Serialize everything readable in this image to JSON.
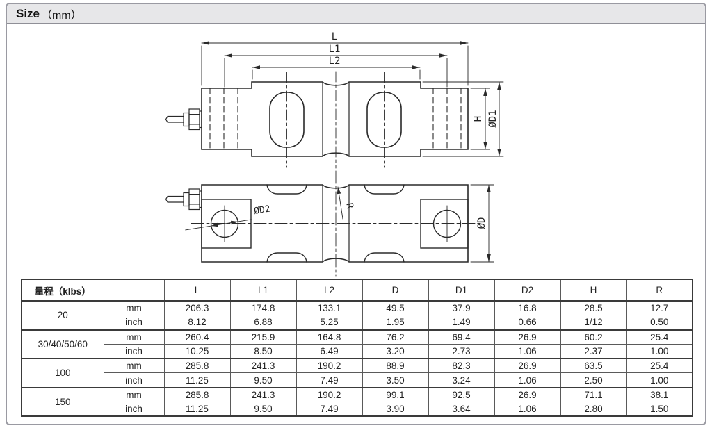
{
  "header": {
    "title_bold": "Size",
    "title_suffix": "（mm）"
  },
  "drawing": {
    "labels": {
      "L": "L",
      "L1": "L1",
      "L2": "L2",
      "H": "H",
      "D1": "ØD1",
      "D2": "ØD2",
      "D": "ØD",
      "R": "R"
    }
  },
  "table": {
    "capacity_header": "量程（klbs）",
    "unit_header": "",
    "columns": [
      "L",
      "L1",
      "L2",
      "D",
      "D1",
      "D2",
      "H",
      "R"
    ],
    "groups": [
      {
        "capacity": "20",
        "rows": [
          {
            "unit": "mm",
            "values": [
              "206.3",
              "174.8",
              "133.1",
              "49.5",
              "37.9",
              "16.8",
              "28.5",
              "12.7"
            ]
          },
          {
            "unit": "inch",
            "values": [
              "8.12",
              "6.88",
              "5.25",
              "1.95",
              "1.49",
              "0.66",
              "1/12",
              "0.50"
            ]
          }
        ]
      },
      {
        "capacity": "30/40/50/60",
        "rows": [
          {
            "unit": "mm",
            "values": [
              "260.4",
              "215.9",
              "164.8",
              "76.2",
              "69.4",
              "26.9",
              "60.2",
              "25.4"
            ]
          },
          {
            "unit": "inch",
            "values": [
              "10.25",
              "8.50",
              "6.49",
              "3.20",
              "2.73",
              "1.06",
              "2.37",
              "1.00"
            ]
          }
        ]
      },
      {
        "capacity": "100",
        "rows": [
          {
            "unit": "mm",
            "values": [
              "285.8",
              "241.3",
              "190.2",
              "88.9",
              "82.3",
              "26.9",
              "63.5",
              "25.4"
            ]
          },
          {
            "unit": "inch",
            "values": [
              "11.25",
              "9.50",
              "7.49",
              "3.50",
              "3.24",
              "1.06",
              "2.50",
              "1.00"
            ]
          }
        ]
      },
      {
        "capacity": "150",
        "rows": [
          {
            "unit": "mm",
            "values": [
              "285.8",
              "241.3",
              "190.2",
              "99.1",
              "92.5",
              "26.9",
              "71.1",
              "38.1"
            ]
          },
          {
            "unit": "inch",
            "values": [
              "11.25",
              "9.50",
              "7.49",
              "3.90",
              "3.64",
              "1.06",
              "2.80",
              "1.50"
            ]
          }
        ]
      }
    ]
  },
  "colors": {
    "line": "#2a2a2a",
    "border_heavy": "#3a3a3a",
    "titlebar_bg": "#e7e7e9",
    "page_border": "#9a9aa2"
  }
}
